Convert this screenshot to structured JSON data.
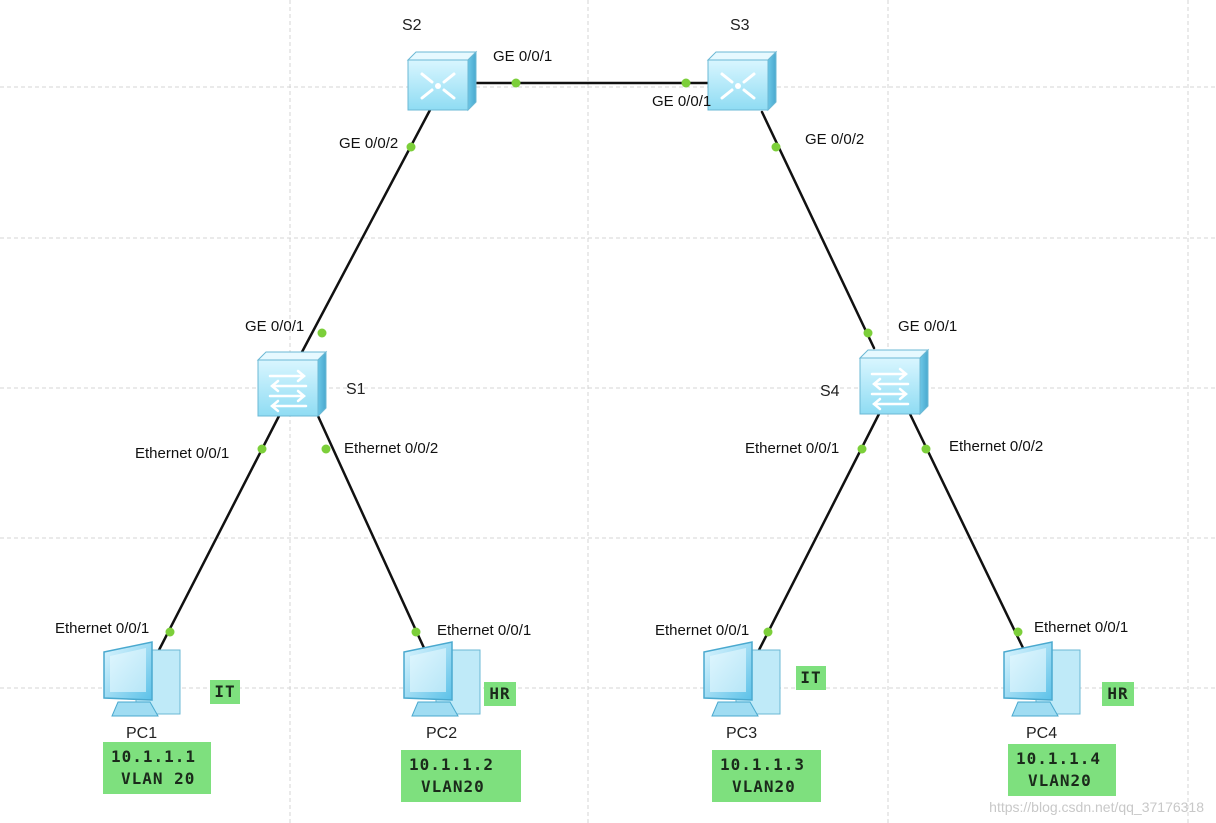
{
  "switches": {
    "s1": {
      "name": "S1",
      "type": "access-switch"
    },
    "s2": {
      "name": "S2",
      "type": "core-switch"
    },
    "s3": {
      "name": "S3",
      "type": "core-switch"
    },
    "s4": {
      "name": "S4",
      "type": "access-switch"
    }
  },
  "pcs": {
    "pc1": {
      "name": "PC1",
      "dept": "IT",
      "ip": "10.1.1.1",
      "vlan": "VLAN 20"
    },
    "pc2": {
      "name": "PC2",
      "dept": "HR",
      "ip": "10.1.1.2",
      "vlan": "VLAN20"
    },
    "pc3": {
      "name": "PC3",
      "dept": "IT",
      "ip": "10.1.1.3",
      "vlan": "VLAN20"
    },
    "pc4": {
      "name": "PC4",
      "dept": "HR",
      "ip": "10.1.1.4",
      "vlan": "VLAN20"
    }
  },
  "ports": {
    "s2_ge001": "GE 0/0/1",
    "s3_ge001": "GE 0/0/1",
    "s2_ge002": "GE 0/0/2",
    "s3_ge002": "GE 0/0/2",
    "s1_ge001": "GE 0/0/1",
    "s4_ge001": "GE 0/0/1",
    "s1_eth001": "Ethernet 0/0/1",
    "s1_eth002": "Ethernet 0/0/2",
    "s4_eth001": "Ethernet 0/0/1",
    "s4_eth002": "Ethernet 0/0/2",
    "pc1_eth": "Ethernet 0/0/1",
    "pc2_eth": "Ethernet 0/0/1",
    "pc3_eth": "Ethernet 0/0/1",
    "pc4_eth": "Ethernet 0/0/1"
  },
  "colors": {
    "link": "#111111",
    "port_dot": "#7ccf3a",
    "label_bg": "#7ee07e",
    "grid": "#d4d4d4"
  },
  "watermark": "https://blog.csdn.net/qq_37176318"
}
